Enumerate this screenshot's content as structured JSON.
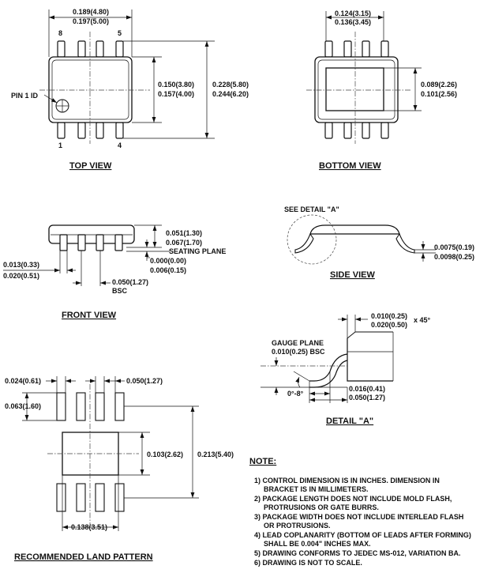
{
  "top_view": {
    "title": "TOP VIEW",
    "width_min": "0.189(4.80)",
    "width_max": "0.197(5.00)",
    "pin_8": "8",
    "pin_5": "5",
    "pin_1": "1",
    "pin_4": "4",
    "pin1_id": "PIN 1 ID",
    "body_w_min": "0.150(3.80)",
    "body_w_max": "0.157(4.00)",
    "overall_min": "0.228(5.80)",
    "overall_max": "0.244(6.20)"
  },
  "bottom_view": {
    "title": "BOTTOM VIEW",
    "pad_w_min": "0.124(3.15)",
    "pad_w_max": "0.136(3.45)",
    "pad_h_min": "0.089(2.26)",
    "pad_h_max": "0.101(2.56)"
  },
  "front_view": {
    "title": "FRONT VIEW",
    "height_min": "0.051(1.30)",
    "height_max": "0.067(1.70)",
    "seating_plane": "SEATING PLANE",
    "standoff_min": "0.000(0.00)",
    "standoff_max": "0.006(0.15)",
    "lead_w_min": "0.013(0.33)",
    "lead_w_max": "0.020(0.51)",
    "pitch": "0.050(1.27)",
    "pitch_note": "BSC"
  },
  "side_view": {
    "title": "SIDE VIEW",
    "see_detail": "SEE DETAIL \"A\"",
    "thick_min": "0.0075(0.19)",
    "thick_max": "0.0098(0.25)"
  },
  "detail_a": {
    "title": "DETAIL \"A\"",
    "chamfer_min": "0.010(0.25)",
    "chamfer_max": "0.020(0.50)",
    "chamfer_angle": "x 45°",
    "gauge_plane": "GAUGE PLANE",
    "gauge_value": "0.010(0.25) BSC",
    "angle": "0°-8°",
    "foot_min": "0.016(0.41)",
    "foot_max": "0.050(1.27)"
  },
  "land_pattern": {
    "title": "RECOMMENDED LAND PATTERN",
    "pad_w": "0.024(0.61)",
    "pitch": "0.050(1.27)",
    "pad_h": "0.063(1.60)",
    "center_pad_h": "0.103(2.62)",
    "overall": "0.213(5.40)",
    "center_pad_w": "0.138(3.51)"
  },
  "notes": {
    "heading": "NOTE:",
    "n1a": "1) CONTROL DIMENSION IS IN INCHES.  DIMENSION IN",
    "n1b": "BRACKET IS IN MILLIMETERS.",
    "n2a": "2) PACKAGE LENGTH DOES NOT INCLUDE MOLD FLASH,",
    "n2b": "PROTRUSIONS OR GATE BURRS.",
    "n3a": "3) PACKAGE WIDTH DOES NOT INCLUDE INTERLEAD FLASH",
    "n3b": "OR PROTRUSIONS.",
    "n4a": "4) LEAD COPLANARITY (BOTTOM OF LEADS AFTER FORMING)",
    "n4b": "SHALL BE 0.004\" INCHES MAX.",
    "n5": "5) DRAWING CONFORMS TO JEDEC MS-012, VARIATION BA.",
    "n6": "6) DRAWING IS NOT TO SCALE."
  }
}
